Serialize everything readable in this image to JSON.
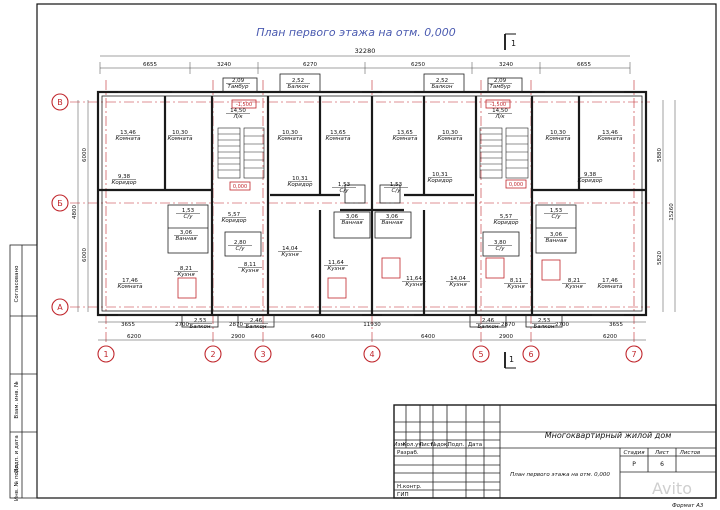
{
  "title": "План первого этажа на отм. 0,000",
  "section_mark": "1",
  "overall_dim": "32280",
  "top_dims": [
    "6655",
    "3240",
    "6270",
    "6250",
    "3240",
    "6655"
  ],
  "side_dims_left": [
    "6000",
    "6000",
    "4800"
  ],
  "side_dims_right": [
    "5880",
    "5820",
    "15260"
  ],
  "axes_v": [
    "1",
    "2",
    "3",
    "4",
    "5",
    "6",
    "7"
  ],
  "axes_h": [
    "В",
    "Б",
    "А"
  ],
  "rooms": {
    "r1": {
      "area": "13,46",
      "name": "Комната"
    },
    "r2": {
      "area": "10,30",
      "name": "Комната"
    },
    "r3": {
      "area": "10,30",
      "name": "Комната"
    },
    "r4": {
      "area": "13,65",
      "name": "Комната"
    },
    "r5": {
      "area": "13,65",
      "name": "Комната"
    },
    "r6": {
      "area": "10,30",
      "name": "Комната"
    },
    "r7": {
      "area": "10,30",
      "name": "Комната"
    },
    "r8": {
      "area": "13,46",
      "name": "Комната"
    },
    "tamb1": {
      "area": "2,09",
      "name": "Тамбур"
    },
    "balc1": {
      "area": "2,52",
      "name": "Балкон"
    },
    "balc2": {
      "area": "2,52",
      "name": "Балкон"
    },
    "tamb2": {
      "area": "2,09",
      "name": "Тамбур"
    },
    "lk1": {
      "area": "14,50",
      "name": "Л/к"
    },
    "lk2": {
      "area": "14,50",
      "name": "Л/к"
    },
    "cor1": {
      "area": "9,38",
      "name": "Коридор"
    },
    "cor2": {
      "area": "10,31",
      "name": "Коридор"
    },
    "cor3": {
      "area": "10,31",
      "name": "Коридор"
    },
    "cor4": {
      "area": "9,38",
      "name": "Коридор"
    },
    "cor5": {
      "area": "5,57",
      "name": "Коридор"
    },
    "cor6": {
      "area": "5,57",
      "name": "Коридор"
    },
    "su1": {
      "area": "1,53",
      "name": "С/у"
    },
    "su2": {
      "area": "1,53",
      "name": "С/у"
    },
    "su3": {
      "area": "1,53",
      "name": "С/у"
    },
    "su4": {
      "area": "1,53",
      "name": "С/у"
    },
    "su5": {
      "area": "2,80",
      "name": "С/у"
    },
    "su6": {
      "area": "3,80",
      "name": "С/у"
    },
    "bath1": {
      "area": "3,06",
      "name": "Ванная"
    },
    "bath2": {
      "area": "3,06",
      "name": "Ванная"
    },
    "bath3": {
      "area": "3,06",
      "name": "Ванная"
    },
    "bath4": {
      "area": "3,06",
      "name": "Ванная"
    },
    "k1": {
      "area": "8,21",
      "name": "Кухня"
    },
    "k2": {
      "area": "8,11",
      "name": "Кухня"
    },
    "k3": {
      "area": "14,04",
      "name": "Кухня"
    },
    "k4": {
      "area": "11,64",
      "name": "Кухня"
    },
    "k5": {
      "area": "11,64",
      "name": "Кухня"
    },
    "k6": {
      "area": "14,04",
      "name": "Кухня"
    },
    "k7": {
      "area": "8,11",
      "name": "Кухня"
    },
    "k8": {
      "area": "8,21",
      "name": "Кухня"
    },
    "r9": {
      "area": "17,46",
      "name": "Комната"
    },
    "r10": {
      "area": "17,46",
      "name": "Комната"
    },
    "balc3": {
      "area": "2,53",
      "name": "Балкон"
    },
    "balc4": {
      "area": "2,46",
      "name": "Балкон"
    },
    "balc5": {
      "area": "2,46",
      "name": "Балкон"
    },
    "balc6": {
      "area": "2,53",
      "name": "Балкон"
    }
  },
  "level_marks": [
    "-1,500",
    "-1,500",
    "0,000",
    "0,000"
  ],
  "bottom_dims": [
    "3655",
    "2700",
    "2870",
    "11930",
    "2870",
    "2700",
    "3655"
  ],
  "bottom_dims2": [
    "6200",
    "2900",
    "6400",
    "6400",
    "2900",
    "6200"
  ],
  "stamp_left": [
    "Согласовано",
    "Взам. инв. №",
    "Подп. и дата",
    "Инв. № подл."
  ],
  "tb_cols": [
    "Изм.",
    "Кол.уч.",
    "Лист",
    "№док.",
    "Подп.",
    "Дата"
  ],
  "tb_rows": [
    "Разраб.",
    "Н.контр.",
    "ГИП"
  ],
  "project": "Многоквартирный жилой дом",
  "sheet_name": "План первого этажа на отм. 0,000",
  "stage_label": "Стадия",
  "sheet_label": "Лист",
  "sheets_label": "Листов",
  "stage": "Р",
  "sheet_no": "6",
  "format": "Формат А3",
  "watermark": "Avito"
}
